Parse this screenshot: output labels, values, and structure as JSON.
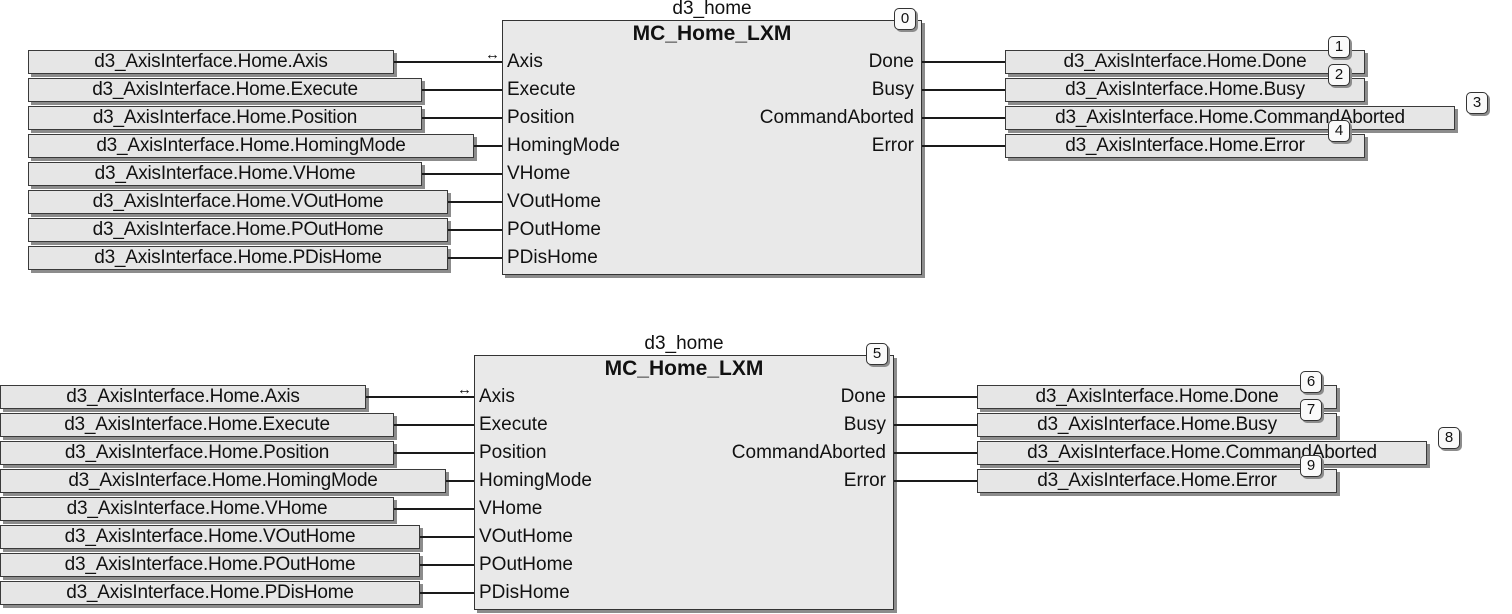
{
  "networks": [
    {
      "instance_name": "d3_home",
      "fb_type": "MC_Home_LXM",
      "exec_order": "0",
      "inputs": [
        {
          "pin": "Axis",
          "variable": "d3_AxisInterface.Home.Axis"
        },
        {
          "pin": "Execute",
          "variable": "d3_AxisInterface.Home.Execute"
        },
        {
          "pin": "Position",
          "variable": "d3_AxisInterface.Home.Position"
        },
        {
          "pin": "HomingMode",
          "variable": "d3_AxisInterface.Home.HomingMode"
        },
        {
          "pin": "VHome",
          "variable": "d3_AxisInterface.Home.VHome"
        },
        {
          "pin": "VOutHome",
          "variable": "d3_AxisInterface.Home.VOutHome"
        },
        {
          "pin": "POutHome",
          "variable": "d3_AxisInterface.Home.POutHome"
        },
        {
          "pin": "PDisHome",
          "variable": "d3_AxisInterface.Home.PDisHome"
        }
      ],
      "outputs": [
        {
          "pin": "Done",
          "variable": "d3_AxisInterface.Home.Done",
          "exec_order": "1"
        },
        {
          "pin": "Busy",
          "variable": "d3_AxisInterface.Home.Busy",
          "exec_order": "2"
        },
        {
          "pin": "CommandAborted",
          "variable": "d3_AxisInterface.Home.CommandAborted",
          "exec_order": "3"
        },
        {
          "pin": "Error",
          "variable": "d3_AxisInterface.Home.Error",
          "exec_order": "4"
        }
      ]
    },
    {
      "instance_name": "d3_home",
      "fb_type": "MC_Home_LXM",
      "exec_order": "5",
      "inputs": [
        {
          "pin": "Axis",
          "variable": "d3_AxisInterface.Home.Axis"
        },
        {
          "pin": "Execute",
          "variable": "d3_AxisInterface.Home.Execute"
        },
        {
          "pin": "Position",
          "variable": "d3_AxisInterface.Home.Position"
        },
        {
          "pin": "HomingMode",
          "variable": "d3_AxisInterface.Home.HomingMode"
        },
        {
          "pin": "VHome",
          "variable": "d3_AxisInterface.Home.VHome"
        },
        {
          "pin": "VOutHome",
          "variable": "d3_AxisInterface.Home.VOutHome"
        },
        {
          "pin": "POutHome",
          "variable": "d3_AxisInterface.Home.POutHome"
        },
        {
          "pin": "PDisHome",
          "variable": "d3_AxisInterface.Home.PDisHome"
        }
      ],
      "outputs": [
        {
          "pin": "Done",
          "variable": "d3_AxisInterface.Home.Done",
          "exec_order": "6"
        },
        {
          "pin": "Busy",
          "variable": "d3_AxisInterface.Home.Busy",
          "exec_order": "7"
        },
        {
          "pin": "CommandAborted",
          "variable": "d3_AxisInterface.Home.CommandAborted",
          "exec_order": "8"
        },
        {
          "pin": "Error",
          "variable": "d3_AxisInterface.Home.Error",
          "exec_order": "9"
        }
      ]
    }
  ],
  "axis_inout_icon": "bidirectional-arrow-icon",
  "axis_inout_glyph": "↔"
}
